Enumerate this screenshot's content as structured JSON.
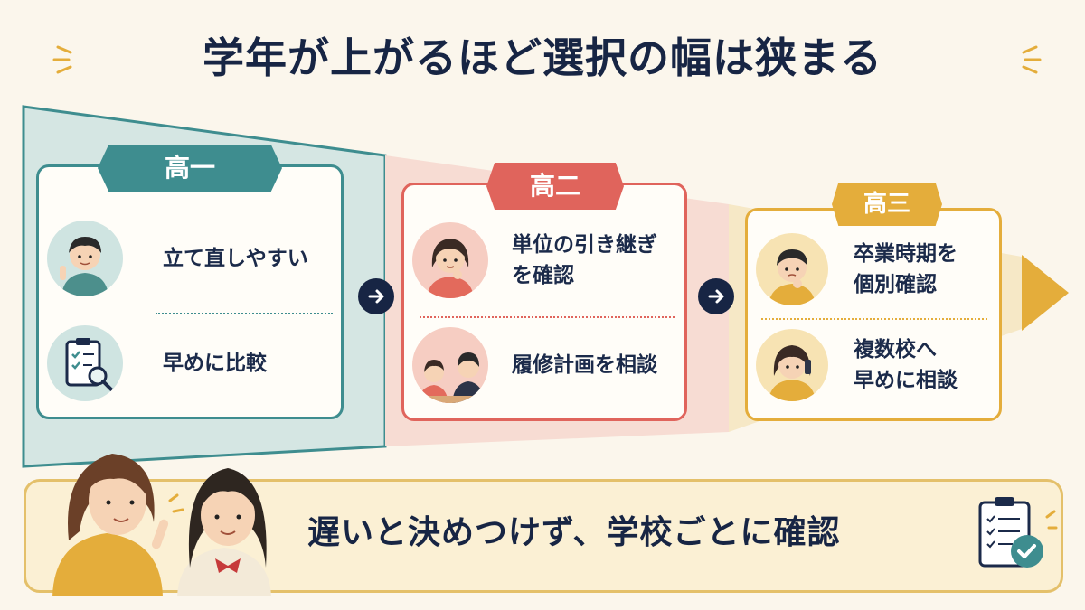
{
  "title": "学年が上がるほど選択の幅は狭まる",
  "colors": {
    "grade1": "#3e8d8f",
    "grade2": "#e0645c",
    "grade3": "#e4ad3b",
    "navy": "#172544",
    "background": "#fbf6ec"
  },
  "stages": [
    {
      "label": "高一",
      "items": [
        {
          "text": "立て直しやすい",
          "icon": "student-pointing-icon"
        },
        {
          "text": "早めに比較",
          "icon": "clipboard-magnifier-icon"
        }
      ]
    },
    {
      "label": "高二",
      "items": [
        {
          "line1": "単位の引き継ぎ",
          "line2": "を確認",
          "icon": "woman-thinking-icon"
        },
        {
          "text": "履修計画を相談",
          "icon": "consultation-icon"
        }
      ]
    },
    {
      "label": "高三",
      "items": [
        {
          "line1": "卒業時期を",
          "line2": "個別確認",
          "icon": "student-thinking-icon"
        },
        {
          "line1": "複数校へ",
          "line2": "早めに相談",
          "icon": "phone-call-icon"
        }
      ]
    }
  ],
  "banner": {
    "text": "遅いと決めつけず、学校ごとに確認",
    "illustration": "mother-and-daughter-icon",
    "icon": "clipboard-check-icon"
  }
}
